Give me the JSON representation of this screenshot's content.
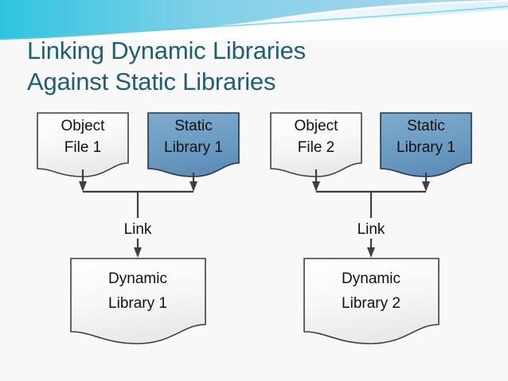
{
  "slide": {
    "title": "Linking Dynamic Libraries\nAgainst Static Libraries",
    "background_color": "#f8f8f8",
    "title_color": "#1f5f72"
  },
  "theme": {
    "banner_cyan": "#3fc6e0",
    "banner_blue": "#9ccfe8",
    "banner_white": "#ffffff",
    "shape_blue_fill": "#6e9dc4",
    "shape_white_fill": "#f2f2f2",
    "shape_outline": "#3f3f3f",
    "blue_outline": "#1f3550",
    "connector_color": "#3f3f3f"
  },
  "diagram": {
    "groups": [
      {
        "id": "left-group",
        "inputs": [
          {
            "id": "object-file-1",
            "line1": "Object",
            "line2": "File 1",
            "style": "white"
          },
          {
            "id": "static-library-1-left",
            "line1": "Static",
            "line2": "Library 1",
            "style": "blue"
          }
        ],
        "operation": "Link",
        "output": {
          "id": "dynamic-library-1",
          "line1": "Dynamic",
          "line2": "Library 1",
          "style": "white"
        }
      },
      {
        "id": "right-group",
        "inputs": [
          {
            "id": "object-file-2",
            "line1": "Object",
            "line2": "File 2",
            "style": "white"
          },
          {
            "id": "static-library-1-right",
            "line1": "Static",
            "line2": "Library 1",
            "style": "blue"
          }
        ],
        "operation": "Link",
        "output": {
          "id": "dynamic-library-2",
          "line1": "Dynamic",
          "line2": "Library 2",
          "style": "white"
        }
      }
    ]
  }
}
